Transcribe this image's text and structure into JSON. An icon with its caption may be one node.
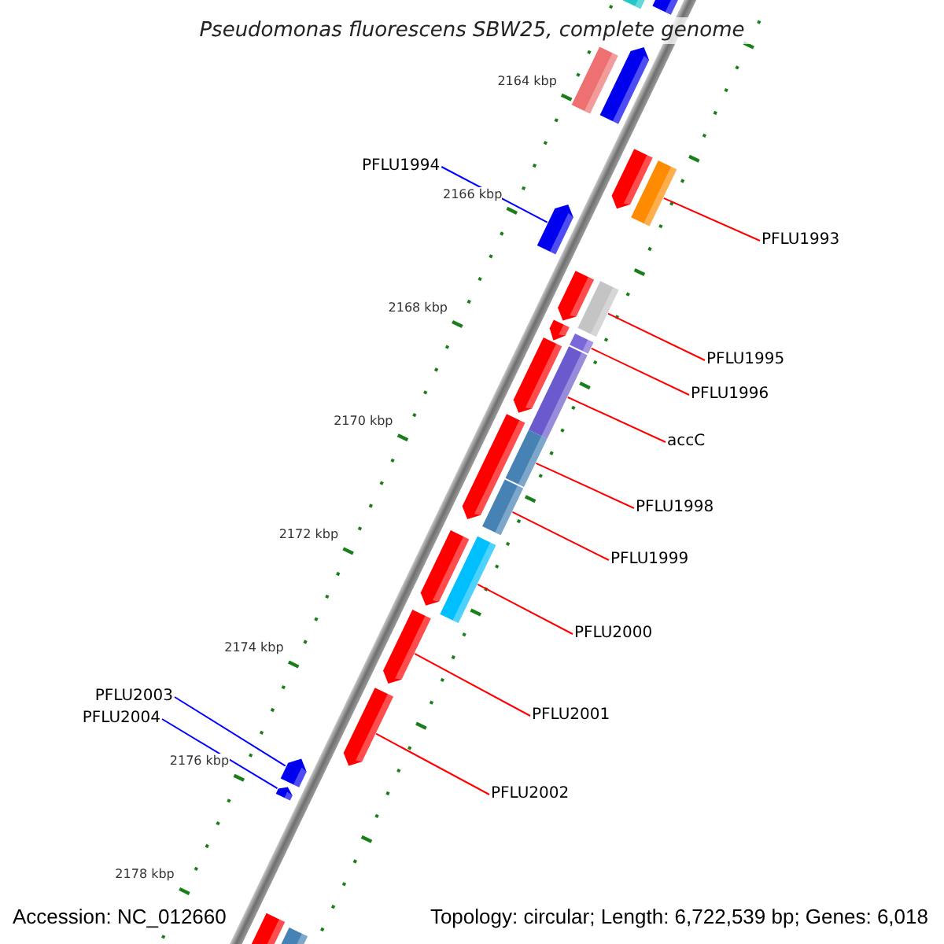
{
  "diagram": {
    "title": "Pseudomonas fluorescens SBW25, complete genome",
    "nodes": [
      {
        "text": [
          "PFLU1994"
        ]
      },
      {
        "text": [
          "PFLU1993"
        ]
      },
      {
        "text": [
          "PFLU1995"
        ]
      },
      {
        "text": [
          "PFLU1996"
        ]
      },
      {
        "text": [
          "accC"
        ]
      },
      {
        "text": [
          "PFLU1998"
        ]
      },
      {
        "text": [
          "PFLU1999"
        ]
      },
      {
        "text": [
          "PFLU2000"
        ]
      },
      {
        "text": [
          "PFLU2001"
        ]
      },
      {
        "text": [
          "PFLU2002"
        ]
      },
      {
        "text": [
          "PFLU2003"
        ]
      },
      {
        "text": [
          "PFLU2004"
        ]
      },
      {
        "text": [],
        "shape": "bar"
      },
      {
        "text": [],
        "shape": "bar"
      },
      {
        "text": [],
        "shape": "bar"
      },
      {
        "text": [],
        "shape": "pentagon"
      },
      {
        "text": [],
        "shape": "pentagon"
      },
      {
        "text": [],
        "shape": "bar"
      },
      {
        "text": [],
        "shape": "pentagon"
      },
      {
        "text": [],
        "shape": "pentagon"
      },
      {
        "text": [],
        "shape": "bar"
      },
      {
        "text": [],
        "shape": "pentagon"
      },
      {
        "text": [],
        "shape": "bar"
      },
      {
        "text": [],
        "shape": "pentagon"
      },
      {
        "text": [],
        "shape": "bar"
      },
      {
        "text": [],
        "shape": "pentagon"
      },
      {
        "text": [],
        "shape": "bar"
      },
      {
        "text": [],
        "shape": "bar"
      },
      {
        "text": [],
        "shape": "pentagon"
      },
      {
        "text": [],
        "shape": "bar"
      },
      {
        "text": [],
        "shape": "pentagon"
      },
      {
        "text": [],
        "shape": "pentagon"
      },
      {
        "text": [],
        "shape": "pentagon"
      },
      {
        "text": [],
        "shape": "pentagon"
      },
      {
        "text": [],
        "shape": "bar"
      },
      {
        "text": [],
        "shape": "bar"
      }
    ],
    "edges": [
      {
        "from": 0,
        "to": 18,
        "arrow": "none",
        "color": "#0000ff"
      },
      {
        "from": 1,
        "to": 17,
        "arrow": "none"
      },
      {
        "from": 2,
        "to": 20,
        "arrow": "none"
      },
      {
        "from": 3,
        "to": 22,
        "arrow": "none"
      },
      {
        "from": 4,
        "to": 24,
        "arrow": "none"
      },
      {
        "from": 5,
        "to": 26,
        "arrow": "none"
      },
      {
        "from": 6,
        "to": 27,
        "arrow": "none"
      },
      {
        "from": 7,
        "to": 29,
        "arrow": "none"
      },
      {
        "from": 8,
        "to": 30,
        "arrow": "none"
      },
      {
        "from": 9,
        "to": 31,
        "arrow": "none"
      },
      {
        "from": 10,
        "to": 32,
        "arrow": "none",
        "color": "#0000ff"
      },
      {
        "from": 11,
        "to": 33,
        "arrow": "none",
        "color": "#0000ff"
      }
    ],
    "labels": [
      "2164 kbp",
      "2166 kbp",
      "2168 kbp",
      "2170 kbp",
      "2172 kbp",
      "2174 kbp",
      "2176 kbp",
      "2178 kbp",
      "Accession: NC_012660",
      "Topology: circular; Length: 6,722,539 bp; Genes: 6,018"
    ]
  }
}
